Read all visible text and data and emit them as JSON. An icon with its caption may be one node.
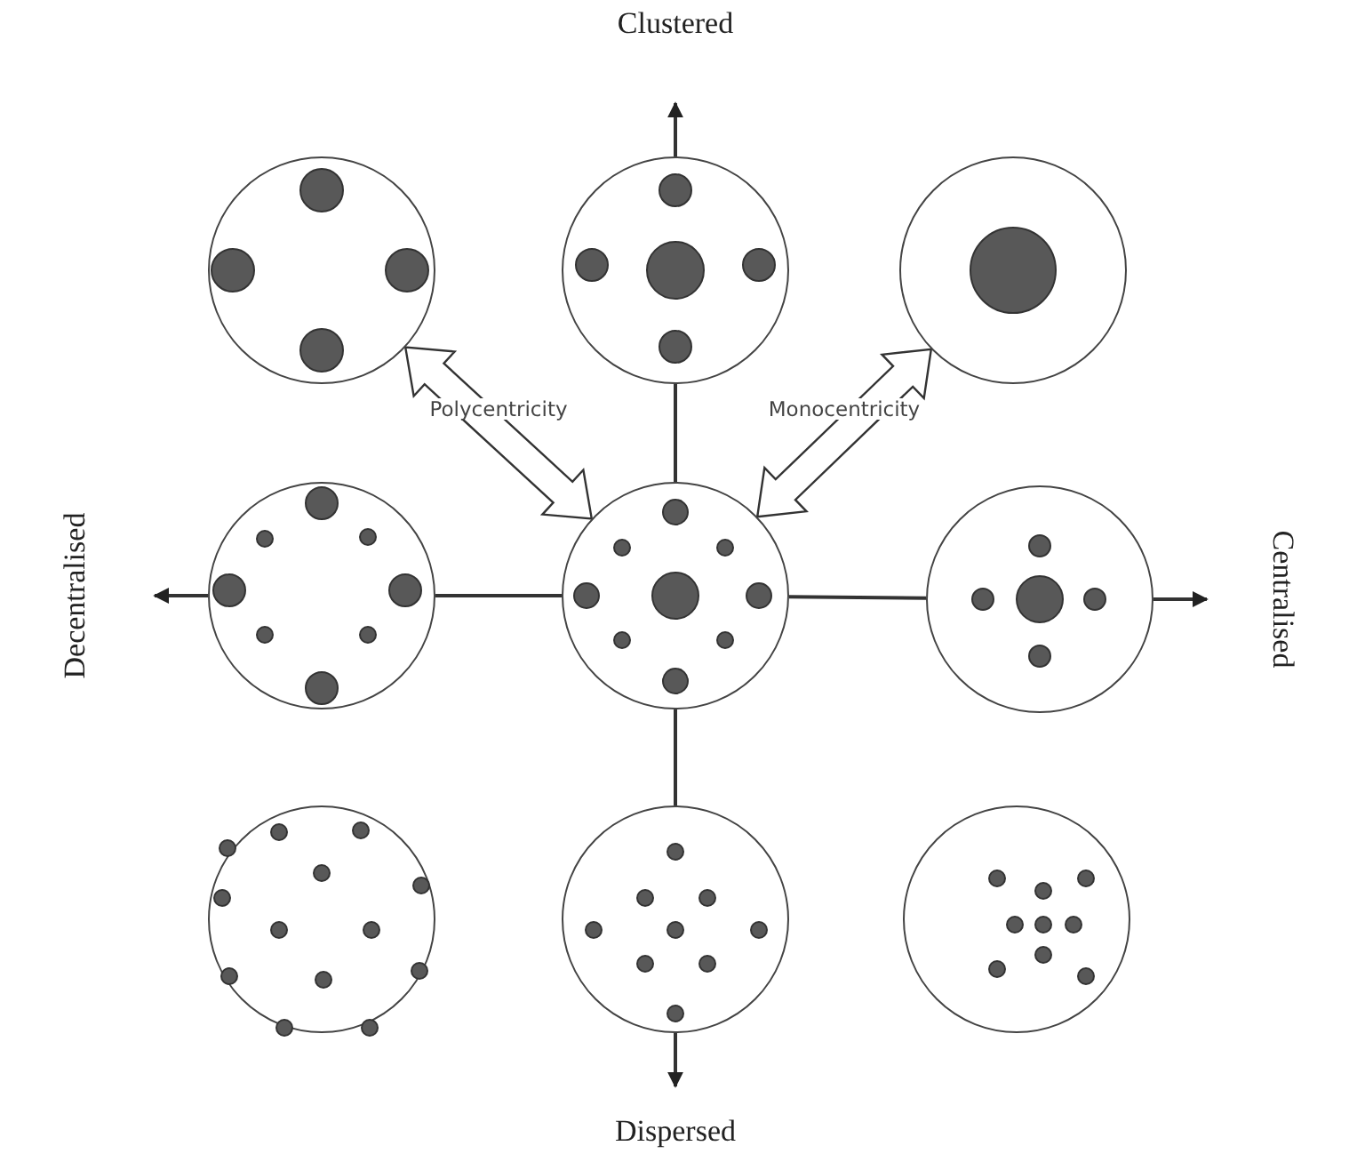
{
  "diagram": {
    "nodes": [
      {
        "text": [],
        "shape": "circle"
      },
      {
        "text": [],
        "shape": "circle"
      },
      {
        "text": [],
        "shape": "circle"
      },
      {
        "text": [],
        "shape": "circle"
      },
      {
        "text": [],
        "shape": "circle"
      },
      {
        "text": [],
        "shape": "circle"
      },
      {
        "text": [],
        "shape": "circle"
      },
      {
        "text": [],
        "shape": "circle"
      },
      {
        "text": [],
        "shape": "circle"
      }
    ],
    "edges": [
      {
        "from": 3,
        "to": 4,
        "arrow": "none"
      },
      {
        "from": 4,
        "to": 5,
        "arrow": "none"
      },
      {
        "from": 1,
        "to": 4,
        "arrow": "none"
      },
      {
        "from": 4,
        "to": 7,
        "arrow": "none"
      },
      {
        "from": 3,
        "to": null,
        "arrow": "to"
      },
      {
        "from": 5,
        "to": null,
        "arrow": "to"
      },
      {
        "from": 1,
        "to": null,
        "arrow": "to"
      },
      {
        "from": 7,
        "to": null,
        "arrow": "to"
      },
      {
        "from": 0,
        "to": 4,
        "arrow": "both",
        "label": "Polycentricity",
        "style": "thick"
      },
      {
        "from": 4,
        "to": 2,
        "arrow": "both",
        "label": "Monocentricity",
        "style": "thick"
      }
    ],
    "labels": [
      "Clustered",
      "Decentralised",
      "Centralised",
      "Dispersed"
    ]
  }
}
